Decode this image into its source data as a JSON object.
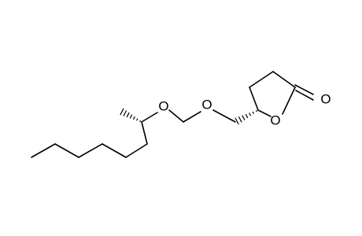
{
  "structure": {
    "type": "chemical-structure",
    "atom_labels": {
      "ether_o1": "O",
      "ether_o2": "O",
      "ring_o": "O",
      "carbonyl_o": "O"
    },
    "stereo_bonds": [
      "hashed-wedge",
      "hashed-wedge"
    ],
    "colors": {
      "bond": "#000000",
      "text": "#000000",
      "background": "#ffffff"
    }
  }
}
